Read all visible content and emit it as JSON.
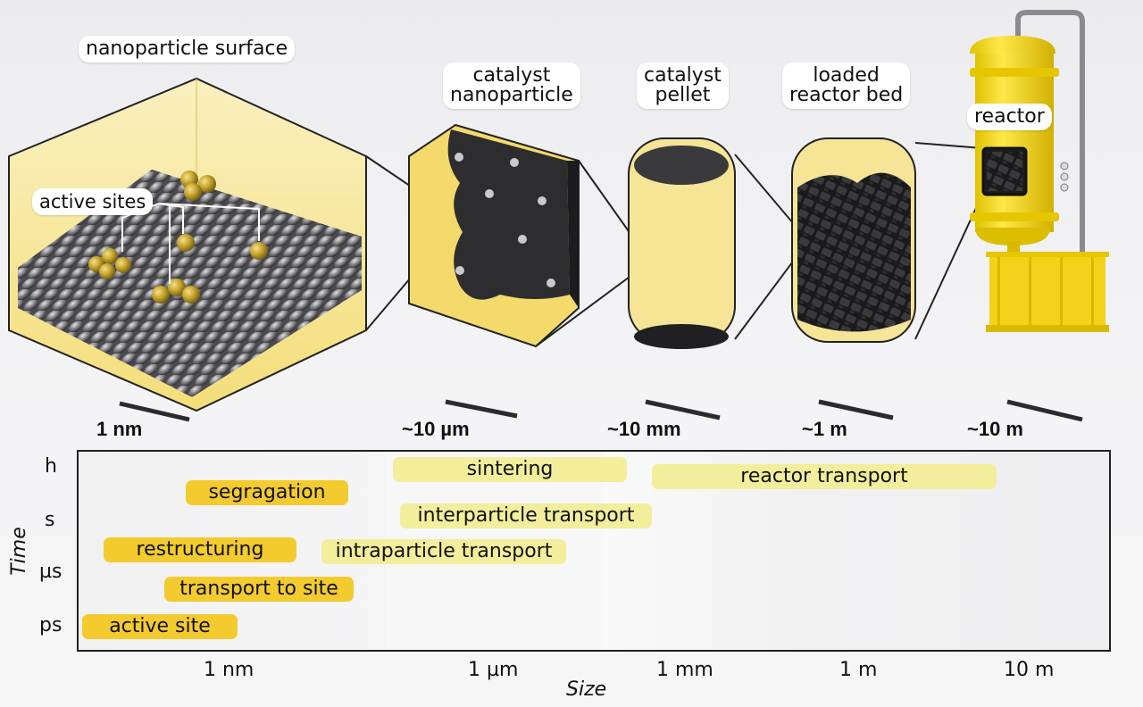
{
  "panels": {
    "nanoparticle_surface": "nanoparticle surface",
    "active_sites": "active sites",
    "catalyst_nanoparticle": "catalyst\nnanoparticle",
    "catalyst_pellet": "catalyst\npellet",
    "loaded_reactor_bed": "loaded\nreactor bed",
    "reactor": "reactor"
  },
  "scale_bars": [
    "1 nm",
    "~10 µm",
    "~10 mm",
    "~1 m",
    "~10 m"
  ],
  "chart_data": {
    "type": "diagram",
    "xlabel": "Size",
    "ylabel": "Time",
    "x_ticks": [
      "1 nm",
      "1 µm",
      "1 mm",
      "1 m",
      "10 m"
    ],
    "y_ticks": [
      "h",
      "s",
      "µs",
      "ps"
    ],
    "processes": [
      {
        "label": "sintering",
        "style": "pale"
      },
      {
        "label": "reactor transport",
        "style": "pale"
      },
      {
        "label": "segragation",
        "style": "gold"
      },
      {
        "label": "interparticle transport",
        "style": "pale"
      },
      {
        "label": "restructuring",
        "style": "gold"
      },
      {
        "label": "intraparticle transport",
        "style": "pale"
      },
      {
        "label": "transport to site",
        "style": "gold"
      },
      {
        "label": "active site",
        "style": "gold"
      }
    ]
  },
  "colors": {
    "gold": "#f3cb2e",
    "pale_yellow": "#f2ee9c",
    "panel_yellow": "#f6e497",
    "dark": "#2b2b2d"
  }
}
